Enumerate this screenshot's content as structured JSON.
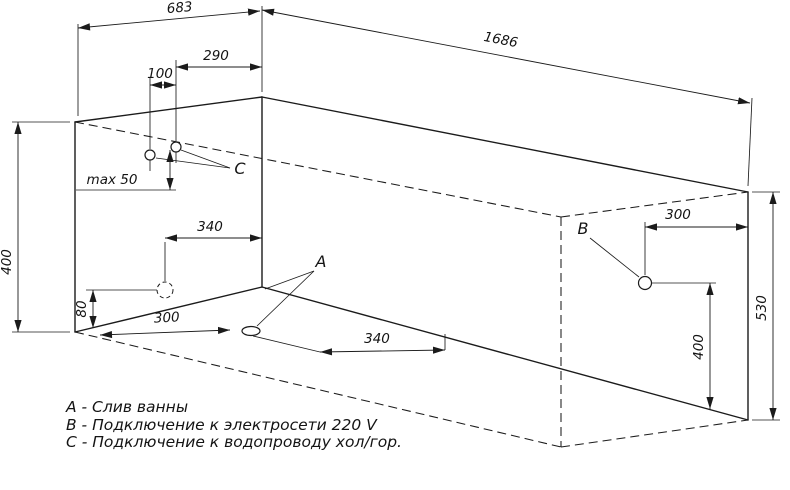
{
  "dims": {
    "width": "683",
    "length": "1686",
    "c_spacing": "100",
    "c_offset": "290",
    "c_max_depth": "max 50",
    "height_left": "400",
    "siphon_offset": "340",
    "siphon_height": "80",
    "drain_from_side": "300",
    "drain_offset": "340",
    "b_offset": "300",
    "b_height": "400",
    "height_right": "530"
  },
  "labels": {
    "a": "A",
    "b": "B",
    "c": "C"
  },
  "legend": [
    "А - Слив ванны",
    "B - Подключение к электросети 220 V",
    "C - Подключение к водопроводу хол/гор."
  ],
  "colors": {
    "line": "#1b1b1b",
    "background": "#ffffff"
  }
}
